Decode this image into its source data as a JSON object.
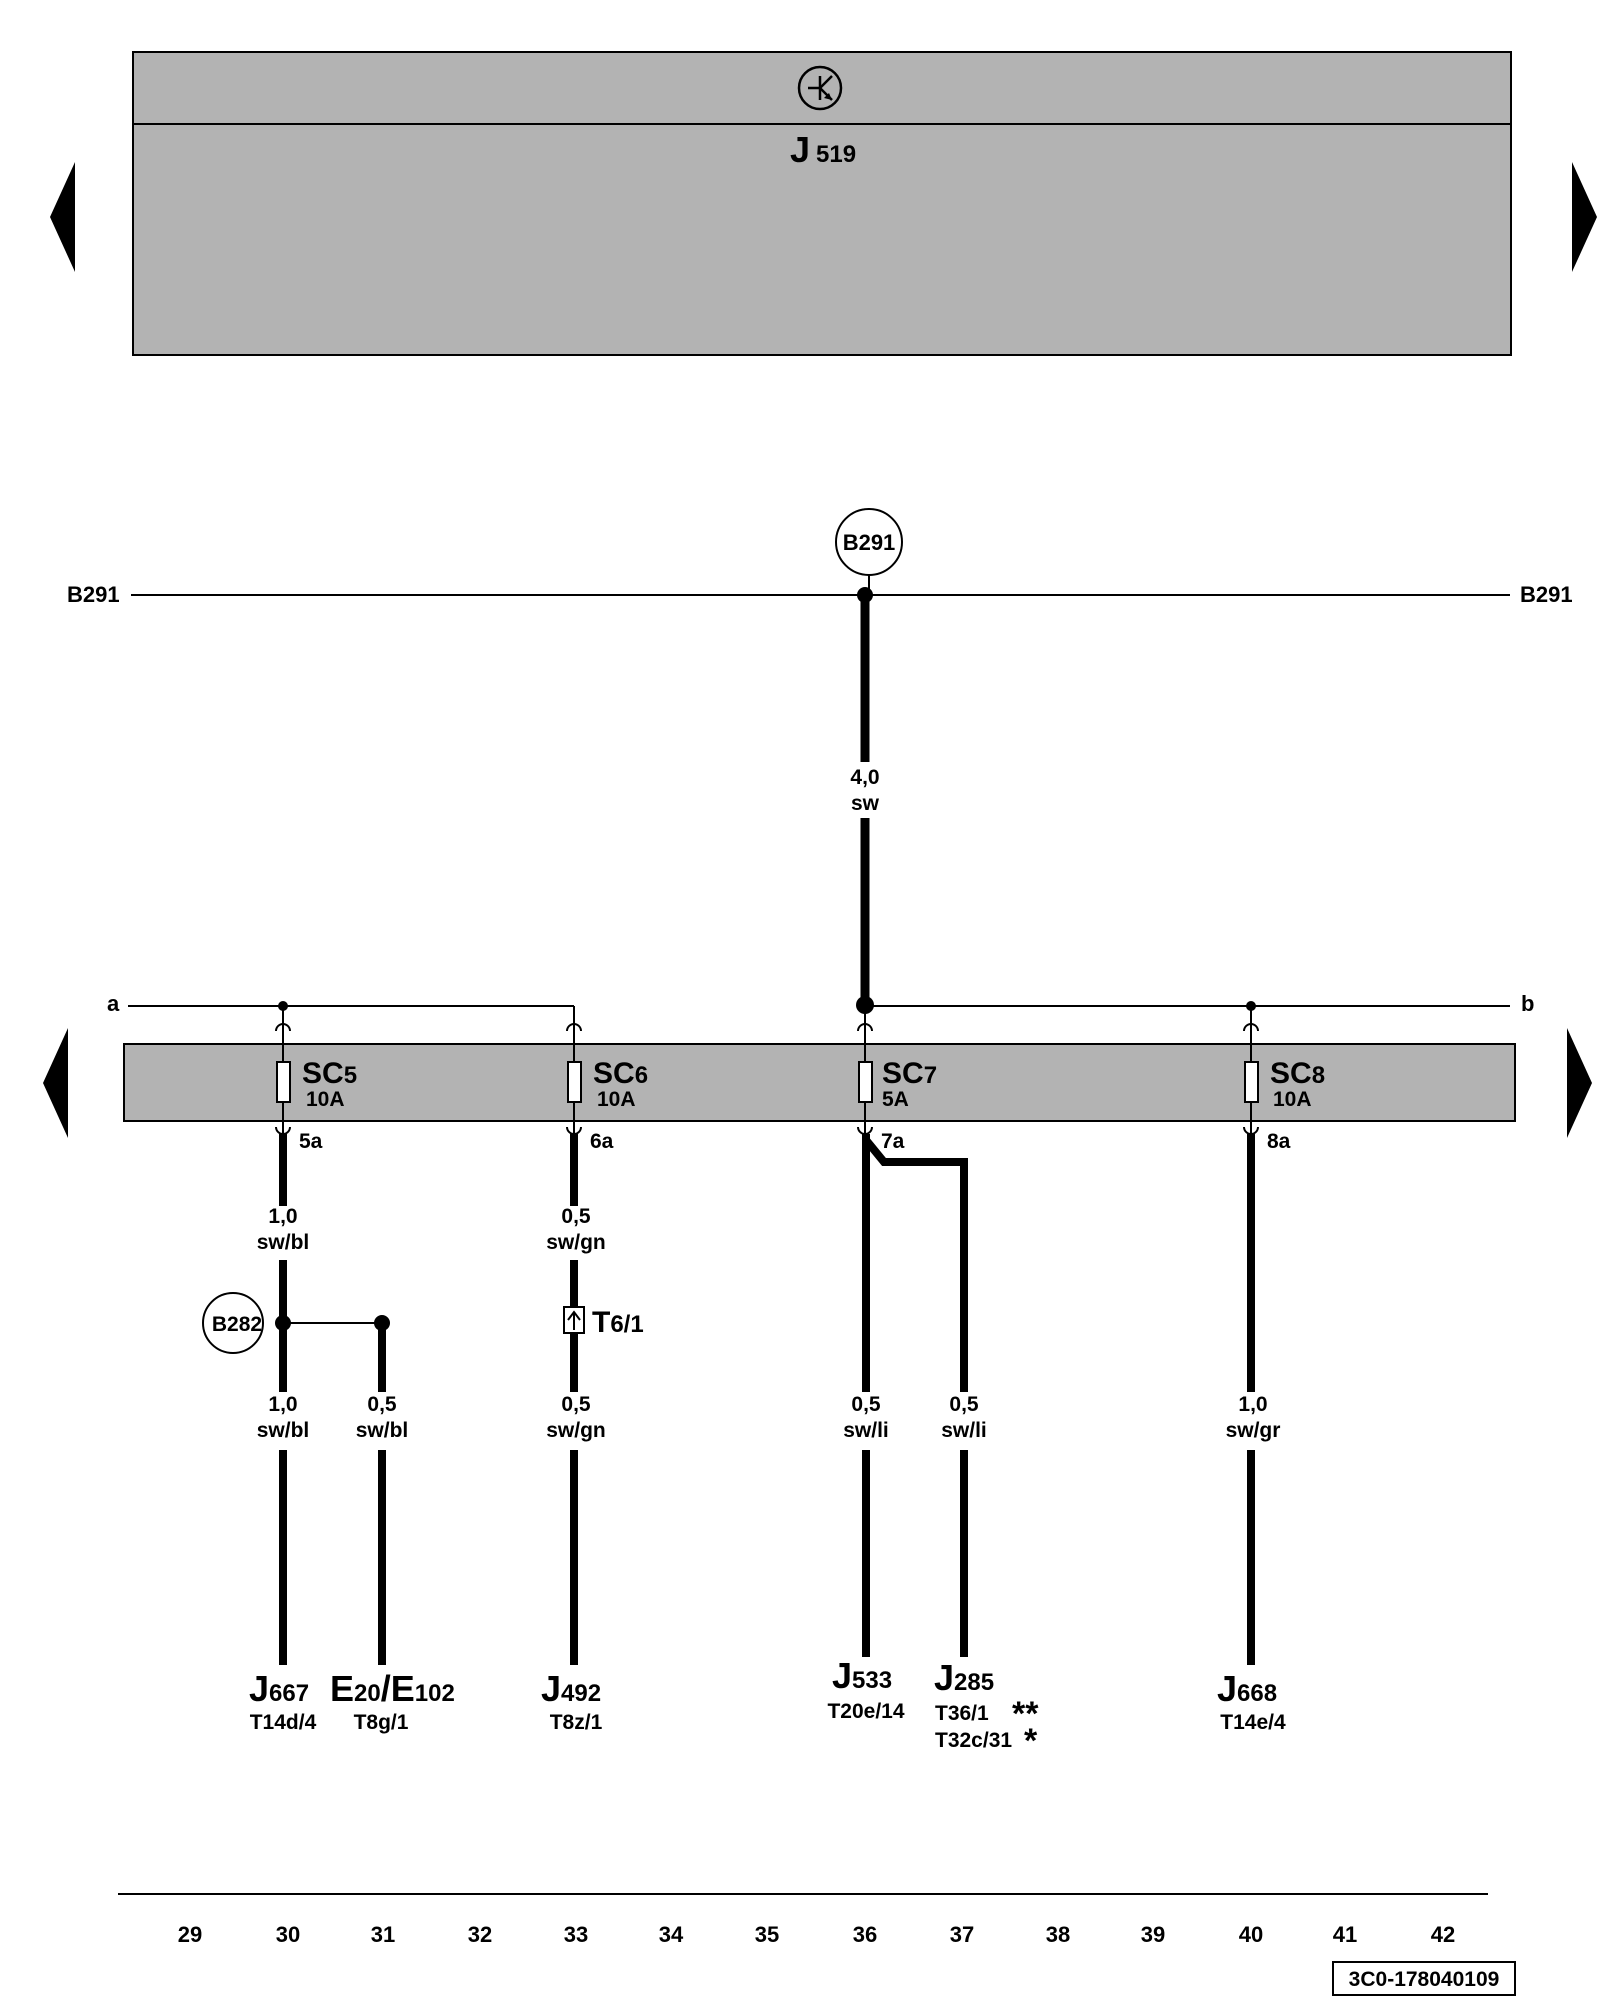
{
  "control_unit": {
    "letter": "J",
    "number": "519",
    "icon": "transistor-icon"
  },
  "b291": {
    "left": "B291",
    "right": "B291",
    "circle": "B291"
  },
  "main_wire": {
    "size": "4,0",
    "color": "sw"
  },
  "rail_labels": {
    "a": "a",
    "b": "b"
  },
  "fuses": [
    {
      "name": "SC",
      "num": "5",
      "rating": "10A",
      "out": "5a"
    },
    {
      "name": "SC",
      "num": "6",
      "rating": "10A",
      "out": "6a"
    },
    {
      "name": "SC",
      "num": "7",
      "rating": "5A",
      "out": "7a"
    },
    {
      "name": "SC",
      "num": "8",
      "rating": "10A",
      "out": "8a"
    }
  ],
  "upper_wires": [
    {
      "size": "1,0",
      "color": "sw/bl"
    },
    {
      "size": "0,5",
      "color": "sw/gn"
    }
  ],
  "lower_wires": [
    {
      "size": "1,0",
      "color": "sw/bl"
    },
    {
      "size": "0,5",
      "color": "sw/bl"
    },
    {
      "size": "0,5",
      "color": "sw/gn"
    },
    {
      "size": "0,5",
      "color": "sw/li"
    },
    {
      "size": "0,5",
      "color": "sw/li"
    },
    {
      "size": "1,0",
      "color": "sw/gr"
    }
  ],
  "b282": "B282",
  "connector_t6": {
    "letter": "T",
    "sub": "6/1"
  },
  "components": [
    {
      "big": "J",
      "sub": "667",
      "pin": "T14d/4"
    },
    {
      "big": "E",
      "sub": "20",
      "sep": "/",
      "big2": "E",
      "sub2": "102",
      "pin": "T8g/1"
    },
    {
      "big": "J",
      "sub": "492",
      "pin": "T8z/1"
    },
    {
      "big": "J",
      "sub": "533",
      "pin": "T20e/14"
    },
    {
      "big": "J",
      "sub": "285",
      "pin": "T36/1",
      "pin2": "T32c/31",
      "star1": "**",
      "star2": "*"
    },
    {
      "big": "J",
      "sub": "668",
      "pin": "T14e/4"
    }
  ],
  "grid_numbers": [
    "29",
    "30",
    "31",
    "32",
    "33",
    "34",
    "35",
    "36",
    "37",
    "38",
    "39",
    "40",
    "41",
    "42"
  ],
  "doc_id": "3C0-178040109",
  "colors": {
    "panel": "#b3b3b3",
    "line": "#000000"
  }
}
